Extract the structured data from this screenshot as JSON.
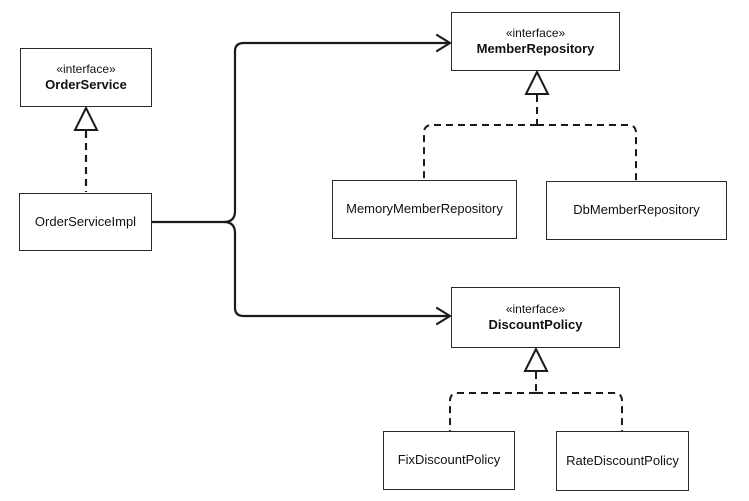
{
  "diagram": {
    "type": "uml-class-diagram",
    "nodes": {
      "orderService": {
        "stereotype": "«interface»",
        "name": "OrderService"
      },
      "orderServiceImpl": {
        "name": "OrderServiceImpl"
      },
      "memberRepository": {
        "stereotype": "«interface»",
        "name": "MemberRepository"
      },
      "memoryMemberRepository": {
        "name": "MemoryMemberRepository"
      },
      "dbMemberRepository": {
        "name": "DbMemberRepository"
      },
      "discountPolicy": {
        "stereotype": "«interface»",
        "name": "DiscountPolicy"
      },
      "fixDiscountPolicy": {
        "name": "FixDiscountPolicy"
      },
      "rateDiscountPolicy": {
        "name": "RateDiscountPolicy"
      }
    },
    "edges": [
      {
        "from": "OrderServiceImpl",
        "to": "OrderService",
        "type": "realization",
        "style": "dashed-hollow-triangle"
      },
      {
        "from": "OrderServiceImpl",
        "to": "MemberRepository",
        "type": "dependency",
        "style": "solid-open-arrow"
      },
      {
        "from": "OrderServiceImpl",
        "to": "DiscountPolicy",
        "type": "dependency",
        "style": "solid-open-arrow"
      },
      {
        "from": "MemoryMemberRepository",
        "to": "MemberRepository",
        "type": "realization",
        "style": "dashed-hollow-triangle"
      },
      {
        "from": "DbMemberRepository",
        "to": "MemberRepository",
        "type": "realization",
        "style": "dashed-hollow-triangle"
      },
      {
        "from": "FixDiscountPolicy",
        "to": "DiscountPolicy",
        "type": "realization",
        "style": "dashed-hollow-triangle"
      },
      {
        "from": "RateDiscountPolicy",
        "to": "DiscountPolicy",
        "type": "realization",
        "style": "dashed-hollow-triangle"
      }
    ],
    "colors": {
      "line": "#1a1a1a",
      "border": "#2a2a2a",
      "background": "#ffffff",
      "text": "#111111"
    }
  }
}
